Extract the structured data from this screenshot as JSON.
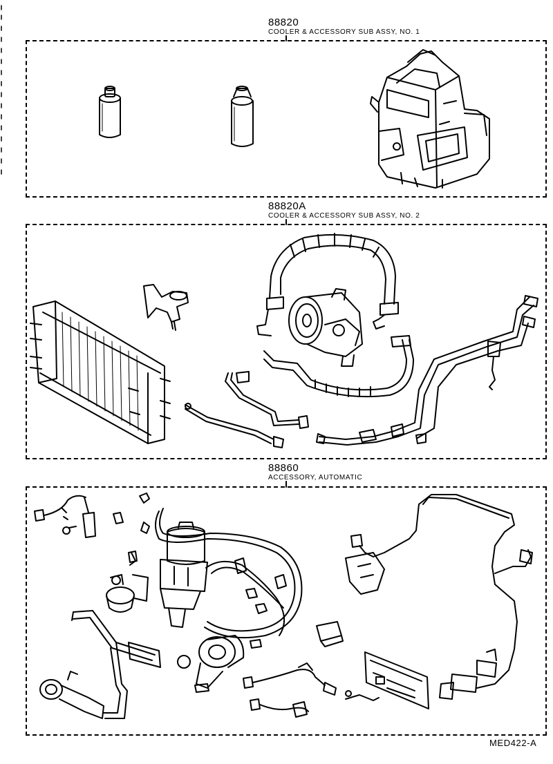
{
  "sections": [
    {
      "code": "88820",
      "title": "COOLER & ACCESSORY SUB ASSY, NO. 1"
    },
    {
      "code": "88820A",
      "title": "COOLER & ACCESSORY SUB ASSY, NO. 2"
    },
    {
      "code": "88860",
      "title": "ACCESSORY, AUTOMATIC"
    }
  ],
  "footer": {
    "ref": "MED422-A"
  }
}
